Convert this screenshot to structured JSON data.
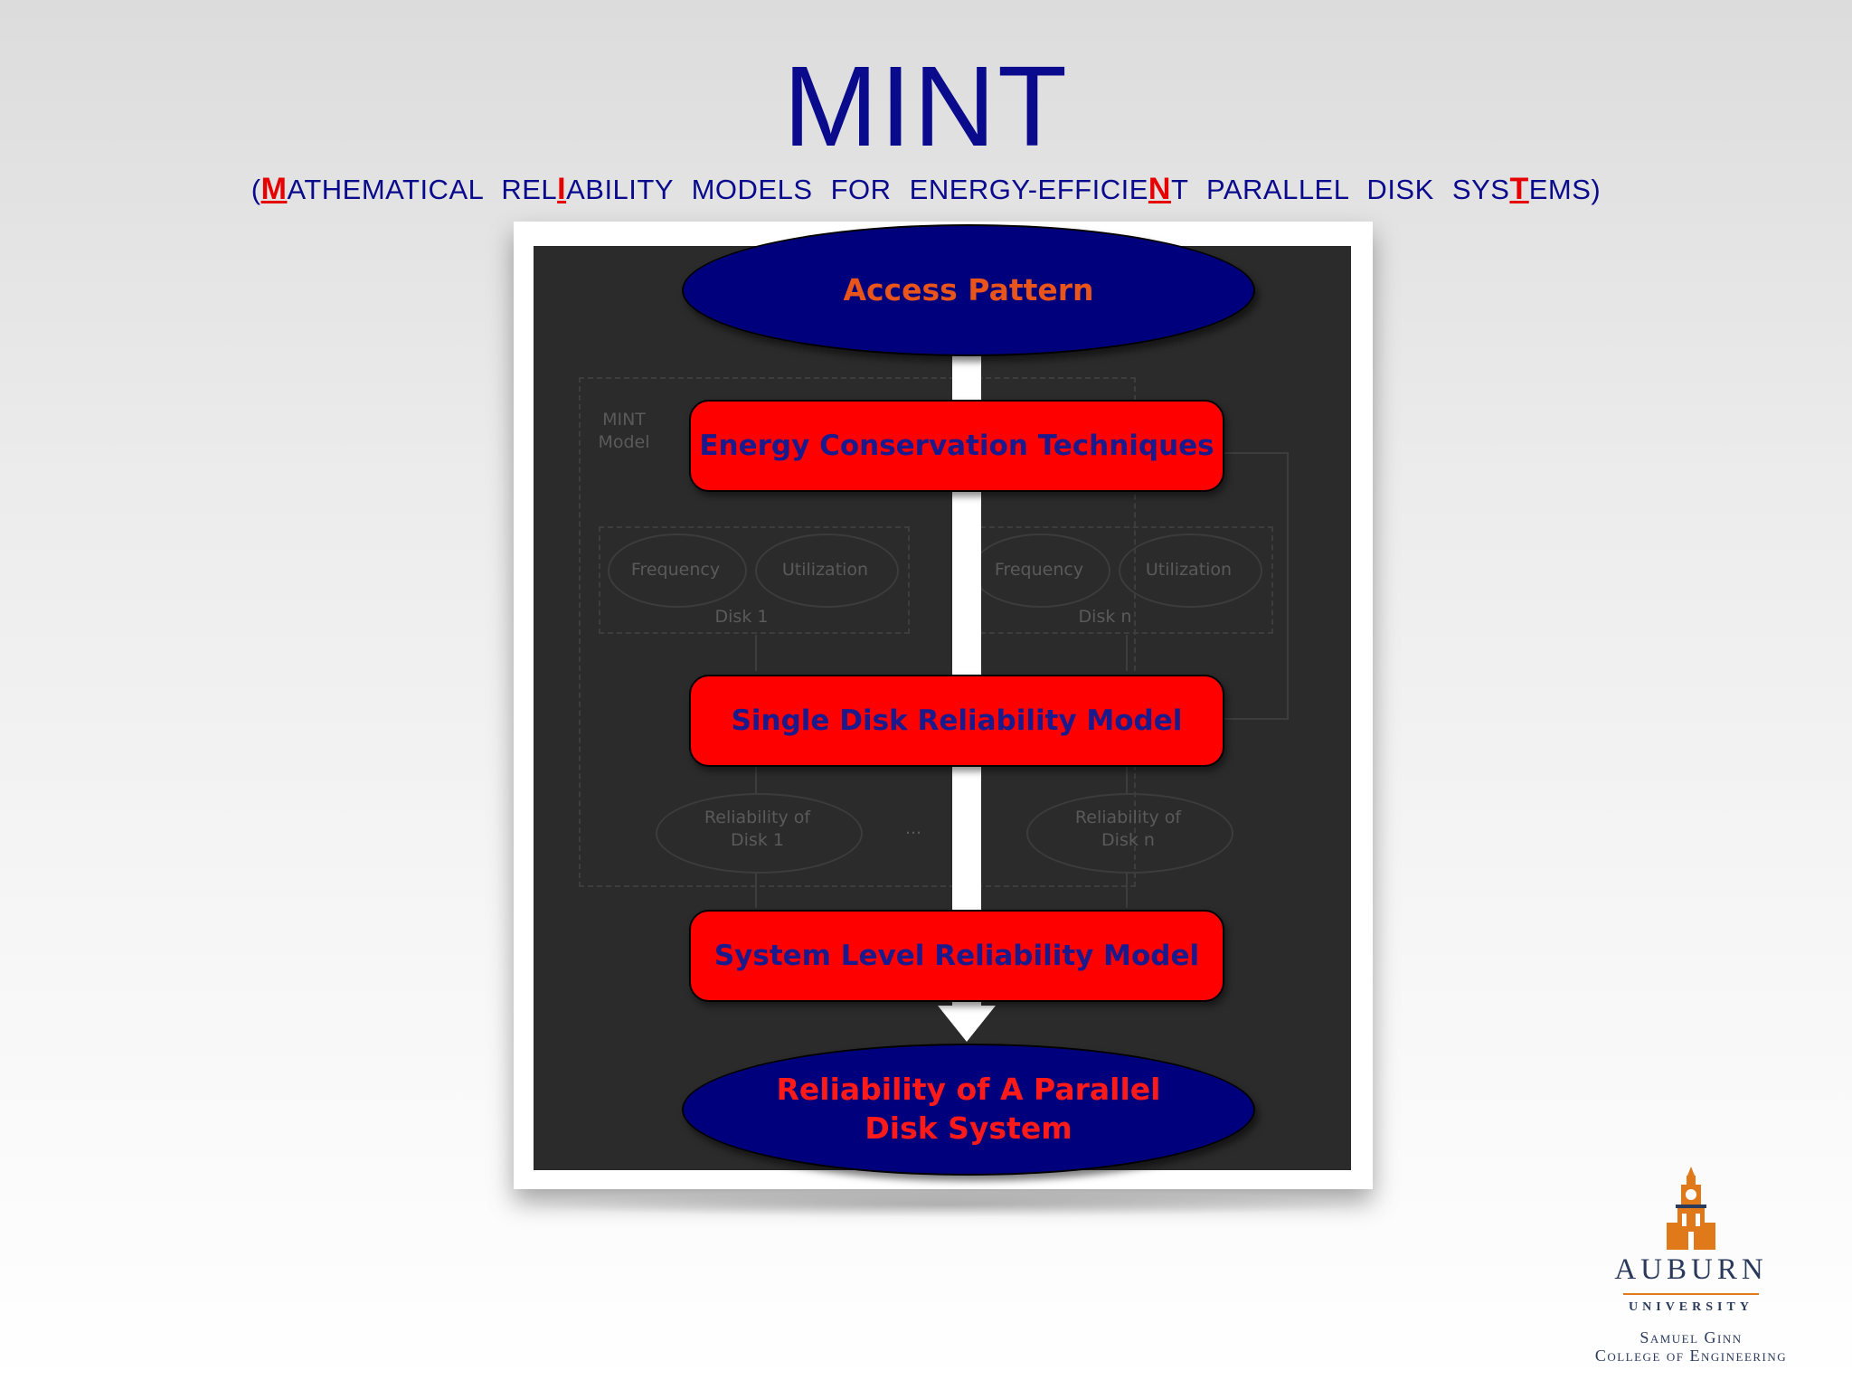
{
  "title": "MINT",
  "subtitle": {
    "open": "(",
    "p1_hl": "M",
    "p2": "ATHEMATICAL REL",
    "p3_hl": "I",
    "p4": "ABILITY MODELS FOR ENERGY-EFFICIE",
    "p5_hl": "N",
    "p6": "T PARALLEL DISK SYS",
    "p7_hl": "T",
    "p8": "EMS)"
  },
  "diagram": {
    "top_node": "Access Pattern",
    "step1": "Energy Conservation Techniques",
    "step2": "Single Disk Reliability Model",
    "step3": "System Level Reliability Model",
    "bottom_line1": "Reliability of A Parallel",
    "bottom_line2": "Disk System",
    "colors": {
      "oval_fill": "#00007d",
      "box_fill": "#ff0000",
      "top_text": "#e8541a",
      "bottom_text": "#ff1a1a",
      "box_text": "#1a1a8c"
    },
    "background_figure": {
      "model_label_1": "MINT",
      "model_label_2": "Model",
      "freq": "Frequency",
      "util": "Utilization",
      "disk1": "Disk 1",
      "diskn": "Disk n",
      "rel1_a": "Reliability of",
      "rel1_b": "Disk 1",
      "reln_a": "Reliability of",
      "reln_b": "Disk n",
      "ellipsis": "..."
    }
  },
  "logo": {
    "name": "AUBURN",
    "university": "UNIVERSITY",
    "school_line1": "Samuel Ginn",
    "school_line2": "College of Engineering"
  }
}
